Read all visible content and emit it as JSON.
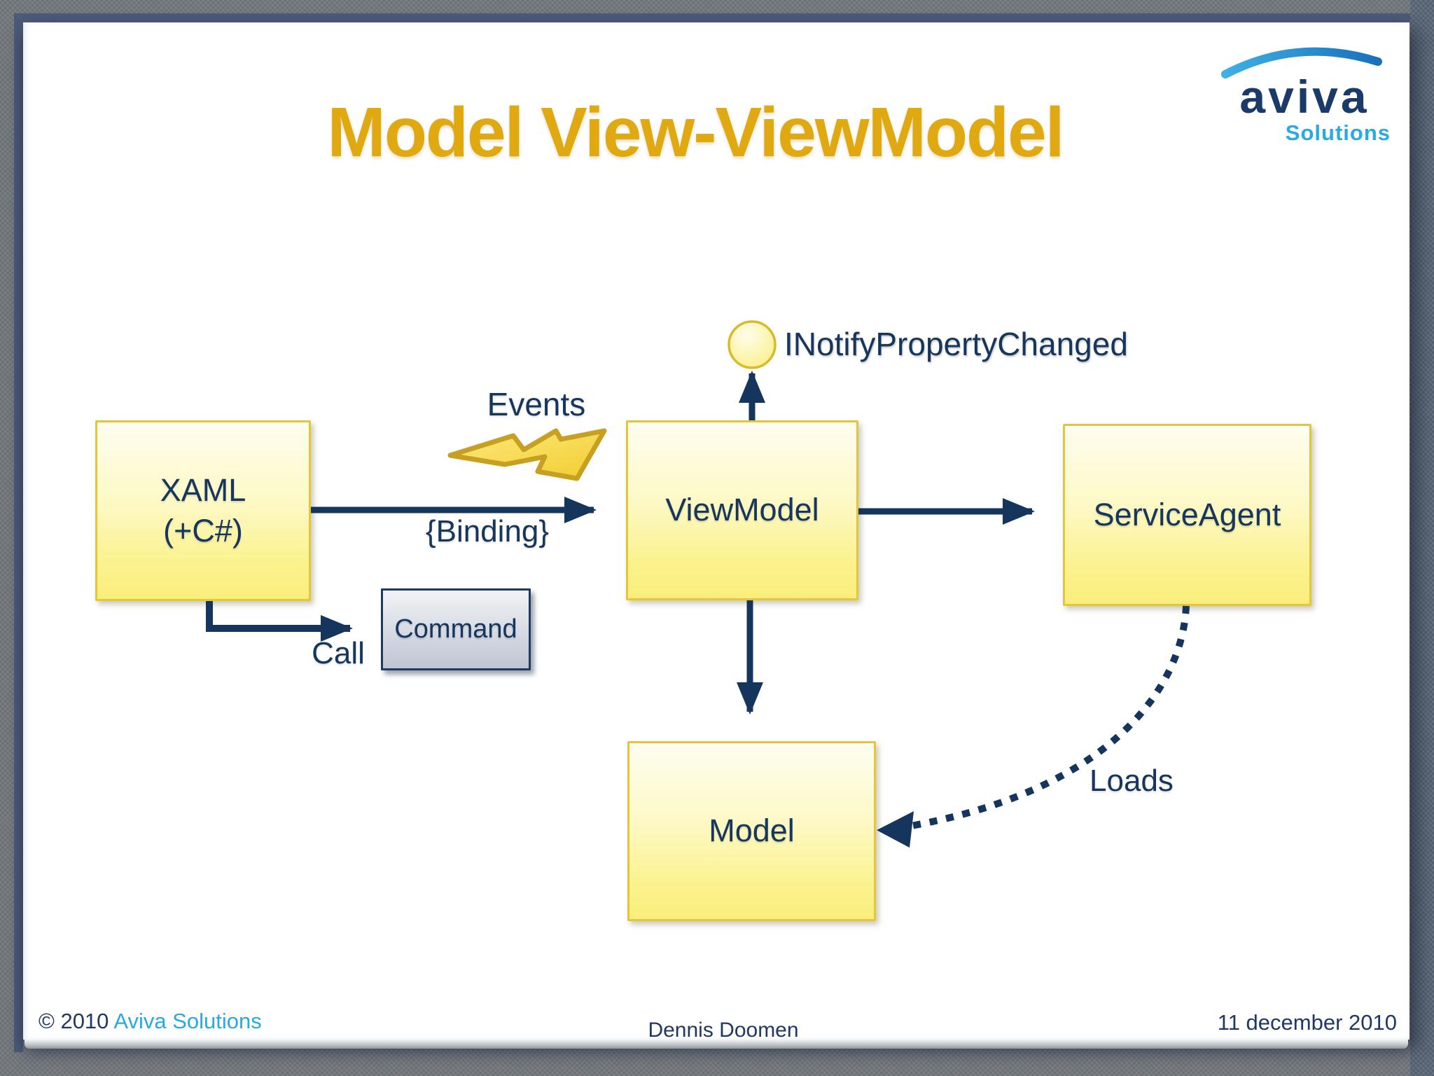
{
  "slide": {
    "title": "Model View-ViewModel"
  },
  "logo": {
    "brand": "aviva",
    "subtitle": "Solutions"
  },
  "diagram": {
    "interface_label": "INotifyPropertyChanged",
    "nodes": {
      "xaml": {
        "line1": "XAML",
        "line2": "(+C#)"
      },
      "viewmodel": {
        "label": "ViewModel"
      },
      "serviceagent": {
        "label": "ServiceAgent"
      },
      "command": {
        "label": "Command"
      },
      "model": {
        "label": "Model"
      }
    },
    "edges": {
      "events": "Events",
      "binding": "{Binding}",
      "call": "Call",
      "loads": "Loads"
    },
    "icons": {
      "events": "lightning-bolt",
      "interface": "lollipop-circle"
    }
  },
  "footer": {
    "copyright": "© 2010 ",
    "company": "Aviva Solutions",
    "author": "Dennis Doomen",
    "date": "11 december 2010"
  },
  "colors": {
    "title_gold": "#E0A912",
    "navy": "#17365D",
    "node_yellow_border": "#E3C63C",
    "node_yellow_fill": "#FBF28E",
    "command_gray": "#BFC5D2",
    "light_blue": "#2BA9E1",
    "frame_blue": "#4C5B78",
    "background_gray": "#73787E"
  }
}
